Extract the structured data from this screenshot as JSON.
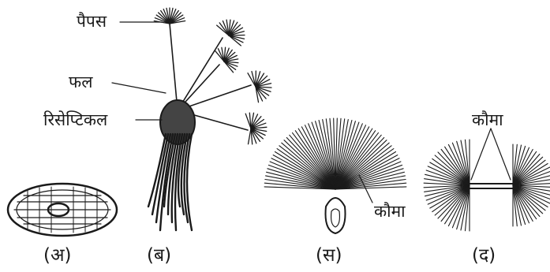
{
  "labels": {
    "pappus": "पैपस",
    "fruit": "फल",
    "receptacle": "रिसेप्टिकल",
    "coma_c": "कौमा",
    "coma_d": "कौमा"
  },
  "captions": {
    "a": "(अ)",
    "b": "(ब)",
    "c": "(स)",
    "d": "(द)"
  }
}
